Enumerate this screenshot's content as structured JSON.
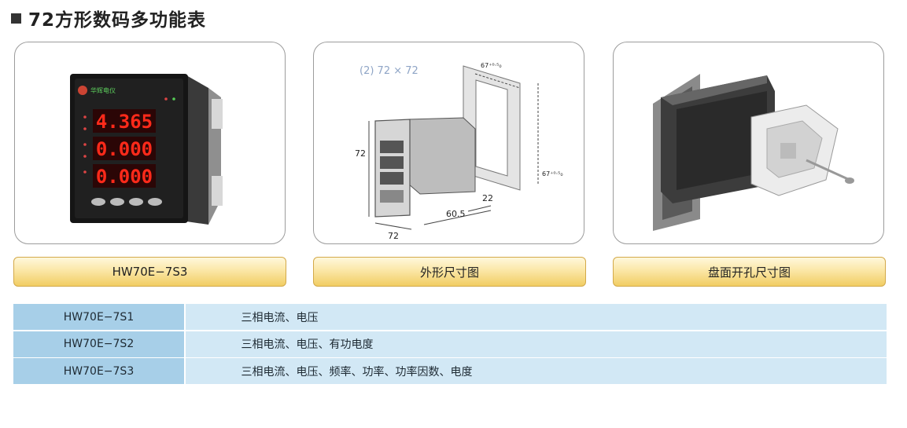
{
  "title": "72方形数码多功能表",
  "panels": {
    "meter": {
      "brand": "华辉电仪",
      "displays": [
        "4.365",
        "0.000",
        "0.000"
      ]
    },
    "outline": {
      "size_label": "(2) 72 × 72",
      "dims": {
        "height": "72",
        "width": "72",
        "depth": "60.5",
        "back": "22",
        "cutout_h": "67⁺⁰·⁵₀",
        "cutout_w": "67⁺⁰·⁵₀"
      }
    }
  },
  "captions": [
    "HW70E−7S3",
    "外形尺寸图",
    "盘面开孔尺寸图"
  ],
  "spec_rows": [
    {
      "model": "HW70E−7S1",
      "desc": "三相电流、电压"
    },
    {
      "model": "HW70E−7S2",
      "desc": "三相电流、电压、有功电度"
    },
    {
      "model": "HW70E−7S3",
      "desc": "三相电流、电压、频率、功率、功率因数、电度"
    }
  ],
  "colors": {
    "caption_gold": "#f1cd63",
    "model_cell": "#a7cfe8",
    "desc_cell": "#d2e8f5",
    "led_red": "#ff2a1a"
  }
}
